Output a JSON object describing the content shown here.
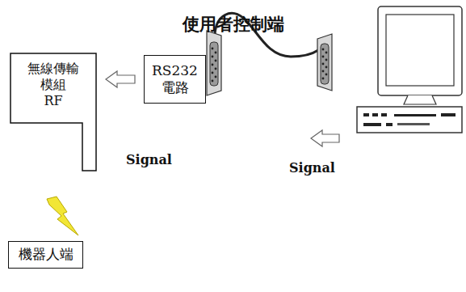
{
  "diagram": {
    "title": "使用者控制端",
    "nodes": [
      {
        "text": [
          "無線傳輸 模組 RF"
        ]
      },
      {
        "text": [
          "RS232 電路"
        ]
      },
      {
        "text": [
          "機器人端"
        ]
      }
    ],
    "edges": [
      {
        "from": 1,
        "to": 0,
        "arrow": "to"
      }
    ],
    "labels": [
      "Signal",
      "Signal"
    ]
  }
}
